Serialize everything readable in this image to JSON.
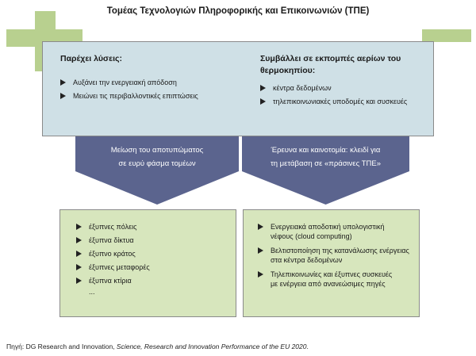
{
  "title": "Τομέας Τεχνολογιών Πληροφορικής και Επικοινωνιών (ΤΠΕ)",
  "top_box": {
    "left": {
      "heading": "Παρέχει λύσεις:",
      "items": [
        "Αυξάνει την ενεργειακή απόδοση",
        "Μειώνει τις περιβαλλοντικές επιπτώσεις"
      ]
    },
    "right": {
      "heading_line1": "Συμβάλλει σε εκπομπές αερίων του",
      "heading_line2": "θερμοκηπίου:",
      "items": [
        "κέντρα δεδομένων",
        "τηλεπικοινωνιακές υποδομές και συσκευές"
      ]
    }
  },
  "arrows": {
    "left": {
      "line1": "Μείωση του αποτυπώματος",
      "line2": "σε ευρύ φάσμα τομέων"
    },
    "right": {
      "line1": "Έρευνα και καινοτομία: κλειδί για",
      "line2": "τη μετάβαση σε «πράσινες ΤΠΕ»"
    }
  },
  "left_box": {
    "items": [
      "έξυπνες πόλεις",
      "έξυπνα δίκτυα",
      "έξυπνο κράτος",
      "έξυπνες μεταφορές",
      "έξυπνα κτίρια"
    ],
    "ellipsis": "..."
  },
  "right_box": {
    "items": [
      {
        "line1": "Ενεργειακά αποδοτική υπολογιστική",
        "line2": "νέφους (cloud computing)"
      },
      {
        "line1": "Βελτιστοποίηση της κατανάλωσης ενέργειας",
        "line2": "στα κέντρα δεδομένων"
      },
      {
        "line1": "Τηλεπικοινωνίες και έξυπνες συσκευές",
        "line2": "με ενέργεια από ανανεώσιμες πηγές"
      }
    ]
  },
  "source": {
    "prefix": "Πηγή: DG Research and Innovation, ",
    "italic": "Science, Research and Innovation Performance of the EU 2020",
    "suffix": "."
  },
  "colors": {
    "green_deco": "#b8d08f",
    "blue_box": "#cfe0e6",
    "arrow": "#5b648e",
    "green_box": "#d7e6bd"
  }
}
